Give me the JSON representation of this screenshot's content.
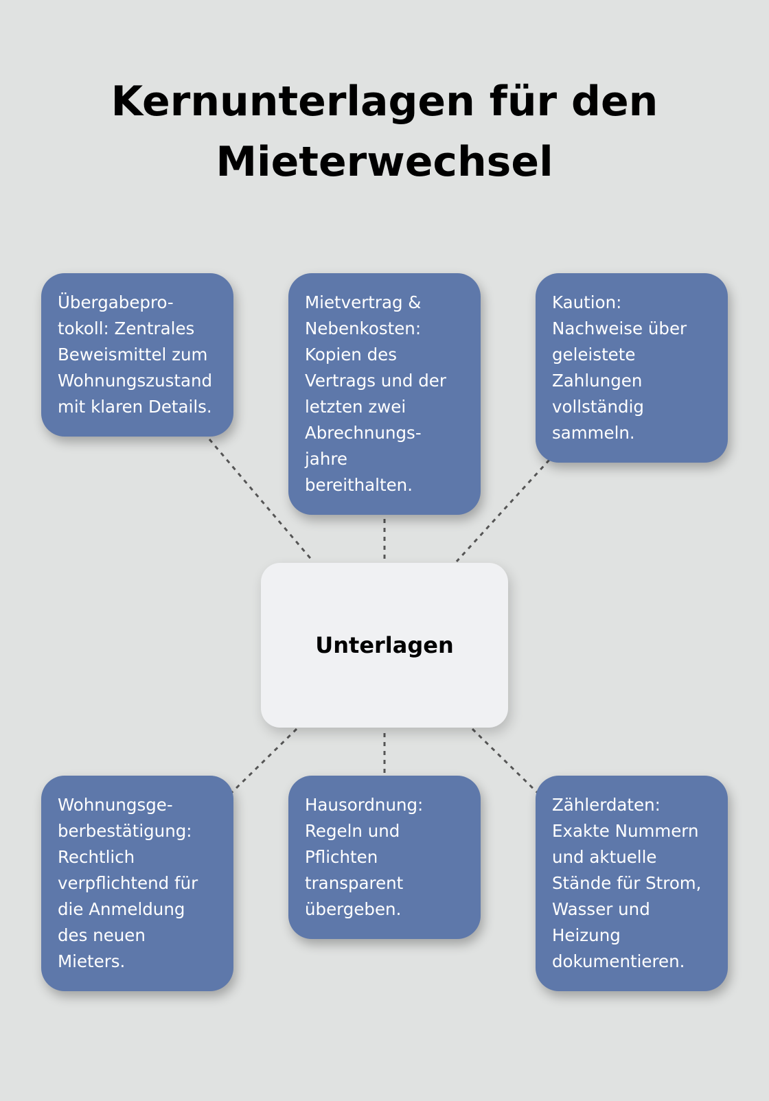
{
  "title": "Kernunterlagen für den\nMieterwechsel",
  "center": {
    "label": "Unterlagen"
  },
  "nodes": [
    {
      "text": "Übergabepro-\ntokoll: Zentrales\nBeweismittel zum\nWohnungszustand\nmit klaren Details."
    },
    {
      "text": "Mietvertrag &\nNebenkosten:\nKopien des\nVertrags und der\nletzten zwei\nAbrechnungs-\njahre\nbereithalten."
    },
    {
      "text": "Kaution:\nNachweise über\ngeleistete\nZahlungen\nvollständig\nsammeln."
    },
    {
      "text": "Wohnungsge-\nberbestätigung:\nRechtlich\nverpflichtend für\ndie Anmeldung\ndes neuen\nMieters."
    },
    {
      "text": "Hausordnung:\nRegeln und\nPflichten\ntransparent\nübergeben."
    },
    {
      "text": "Zählerdaten:\nExakte Nummern\nund aktuelle\nStände für Strom,\nWasser und\nHeizung\ndokumentieren."
    }
  ],
  "colors": {
    "background": "#e0e2e1",
    "node": "#5e78aa",
    "center": "#f0f1f3",
    "connector": "#555555"
  }
}
